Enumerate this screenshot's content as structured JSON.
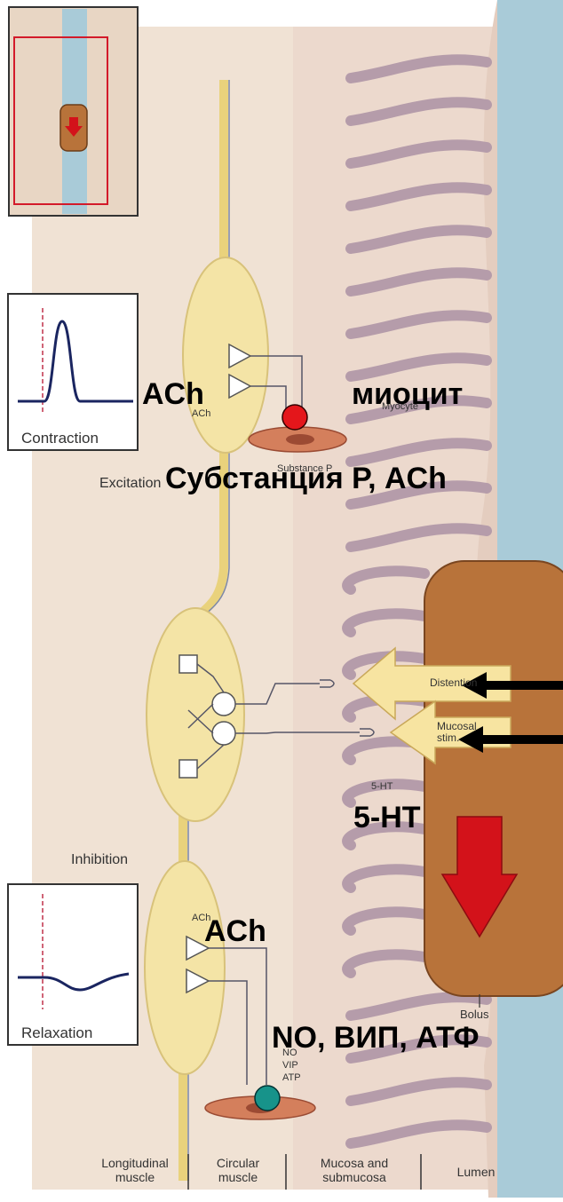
{
  "diagram": {
    "region_labels": [
      "Longitudinal\nmuscle",
      "Circular\nmuscle",
      "Mucosa and\nsubmucosa",
      "Lumen"
    ],
    "left_labels": {
      "excitation": "Excitation",
      "inhibition": "Inhibition"
    },
    "insets": {
      "contraction": "Contraction",
      "relaxation": "Relaxation"
    },
    "small_labels": {
      "ach_top": "ACh",
      "ach_bottom": "ACh",
      "myocyte_en": "Myocyte",
      "substance_p_en": "Substance P",
      "distention": "Distention",
      "mucosal_stim": "Mucosal stim.",
      "ht5_small": "5-HT",
      "bolus": "Bolus",
      "no_small": "NO",
      "vip_small": "VIP",
      "atp_small": "ATP"
    },
    "overlay_labels": {
      "ach_top": "ACh",
      "myocyte_ru": "миоцит",
      "substance_p_ru": "Субстанция Р, ACh",
      "ht5": "5-HT",
      "ach_bottom": "ACh",
      "no_vip_atp": "NO, ВИП, АТФ"
    },
    "colors": {
      "muscle_bg": "#f2e3d6",
      "mucosa_bg": "#ead8cc",
      "lumen_bg": "#a7c9d6",
      "ganglion": "#f4e4a6",
      "bolus": "#b9733a",
      "arrow_yellow": "#f6e3a0",
      "arrow_red": "#d3121a",
      "marker_red": "#e4161b",
      "marker_teal": "#17938a",
      "fold": "#b19aa8"
    }
  }
}
